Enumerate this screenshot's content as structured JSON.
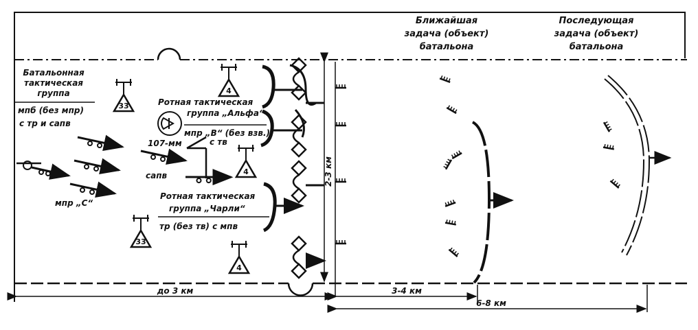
{
  "headers": {
    "nearest": [
      "Ближайшая",
      "задача (объект)",
      "батальона"
    ],
    "subsequent": [
      "Последующая",
      "задача (объект)",
      "батальона"
    ]
  },
  "battalion_group": {
    "title": [
      "Батальонная",
      "тактическая",
      "группа"
    ],
    "composition": [
      "мпб (без мпр)",
      "с тр и сапв"
    ]
  },
  "company_alpha": {
    "title": [
      "Ротная тактическая",
      "группа „Альфа“"
    ],
    "composition": [
      "мпр „В“ (без взв.)",
      "с тв"
    ]
  },
  "company_charlie": {
    "title": [
      "Ротная тактическая",
      "группа „Чарли“"
    ],
    "composition": "тр (без тв) с мпв"
  },
  "labels": {
    "mortar": "107-мм",
    "sapper": "сапв",
    "reserve": "мпр „С“",
    "art1": "33",
    "art2": "33",
    "art3": "4",
    "art4": "4",
    "art5": "4"
  },
  "distances": {
    "front_width": "2-3 км",
    "to_start": "до 3 км",
    "nearest": "3-4 км",
    "subsequent": "6-8 км"
  }
}
